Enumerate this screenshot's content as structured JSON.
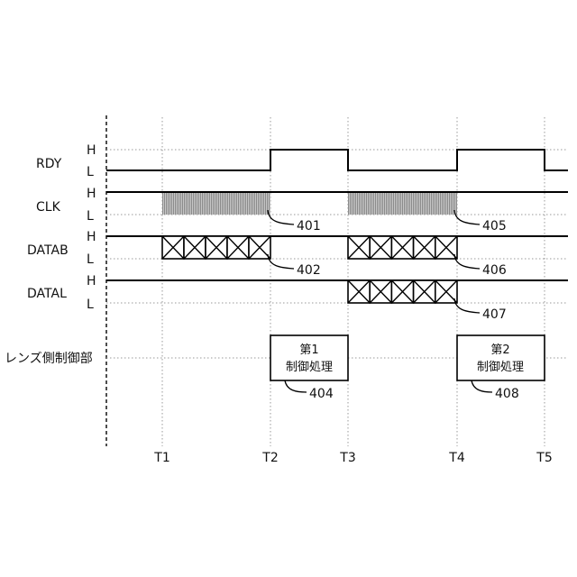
{
  "signals": {
    "rdy": "RDY",
    "clk": "CLK",
    "datab": "DATAB",
    "datal": "DATAL",
    "lens": "レンズ側制御部"
  },
  "levels": {
    "high": "H",
    "low": "L"
  },
  "times": [
    "T1",
    "T2",
    "T3",
    "T4",
    "T5"
  ],
  "refs": {
    "r401": "401",
    "r402": "402",
    "r404": "404",
    "r405": "405",
    "r406": "406",
    "r407": "407",
    "r408": "408"
  },
  "boxes": [
    {
      "line1": "第1",
      "line2": "制御処理"
    },
    {
      "line1": "第2",
      "line2": "制御処理"
    }
  ]
}
